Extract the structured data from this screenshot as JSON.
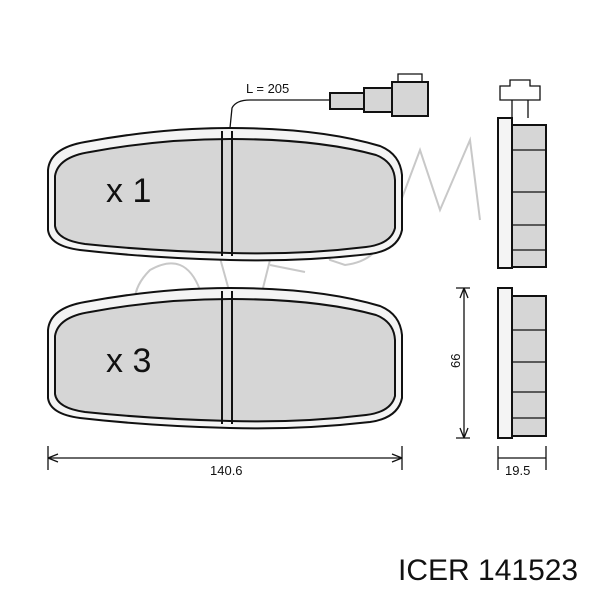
{
  "pads": [
    {
      "quantity_label": "x 1"
    },
    {
      "quantity_label": "x 3"
    }
  ],
  "wear_sensor": {
    "length_label": "L = 205"
  },
  "dimensions": {
    "width": "140.6",
    "height": "66",
    "thickness": "19.5"
  },
  "footer": {
    "caption": "ICER 141523"
  },
  "watermark": {
    "text": "CIFAM"
  },
  "colors": {
    "pad_fill": "#d6d6d6",
    "stroke": "#111111",
    "watermark": "#9a9a9a"
  }
}
